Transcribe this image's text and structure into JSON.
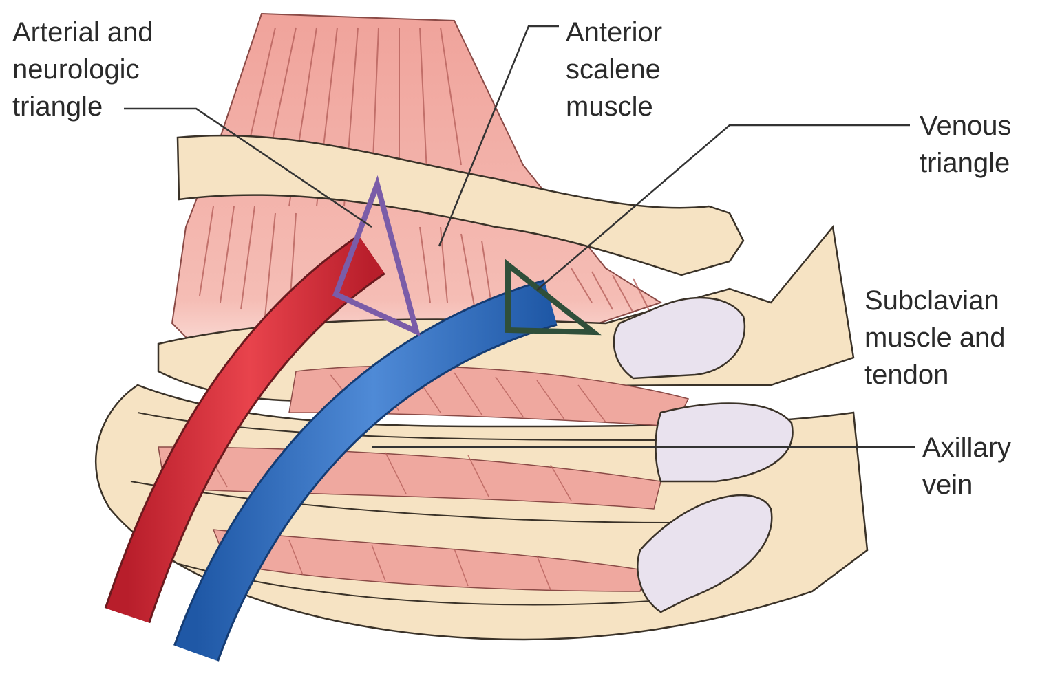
{
  "labels": {
    "arterial_triangle": [
      "Arterial and",
      "neurologic",
      "triangle"
    ],
    "anterior_scalene": [
      "Anterior",
      "scalene",
      "muscle"
    ],
    "venous_triangle": [
      "Venous",
      "triangle"
    ],
    "subclavian_muscle": [
      "Subclavian",
      "muscle and",
      "tendon"
    ],
    "axillary_vein": [
      "Axillary",
      "vein"
    ]
  },
  "colors": {
    "muscle": "#f2a8a0",
    "muscle_stripe": "#c86a66",
    "bone": "#f6e3c3",
    "bone_outline": "#3a3228",
    "tendon": "#e9e2ee",
    "artery": "#d9313d",
    "vein": "#2f6fbd",
    "arterial_triangle": "#7a5ca8",
    "venous_triangle": "#2f4f3a",
    "leader_line": "#333333"
  }
}
